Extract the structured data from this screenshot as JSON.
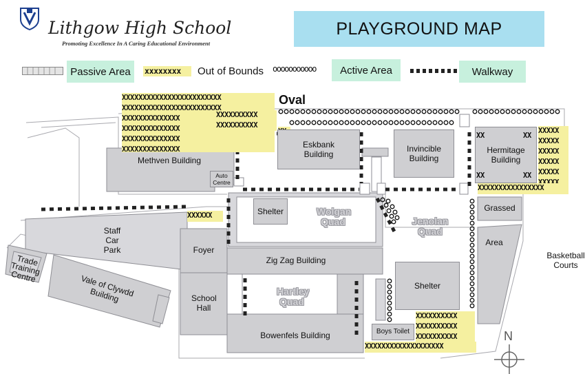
{
  "header": {
    "school_name": "Lithgow High School",
    "tagline": "Promoting Excellence In A Caring Educational Environment",
    "title": "PLAYGROUND MAP"
  },
  "legend": {
    "passive": "Passive Area",
    "oob_symbol": "xxxxxxxx",
    "out_of_bounds": "Out of Bounds",
    "active_symbol": "ooooooooooo",
    "active": "Active Area",
    "walkway": "Walkway"
  },
  "map": {
    "oval": "Oval",
    "buildings": {
      "methven": "Methven Building",
      "auto_centre": "Auto Centre",
      "eskbank": "Eskbank Building",
      "invincible": "Invincible Building",
      "hermitage": "Hermitage Building",
      "shelter_1": "Shelter",
      "shelter_2": "Shelter",
      "foyer": "Foyer",
      "school_hall": "School Hall",
      "zigzag": "Zig Zag Building",
      "bowenfels": "Bowenfels Building",
      "boys_toilet": "Boys Toilet",
      "vale": "Vale of Clywdd Building",
      "trade": "Trade Training Centre"
    },
    "areas": {
      "staff_car_park": "Staff Car Park",
      "grassed": "Grassed",
      "area": "Area",
      "basketball": "Basketball Courts",
      "wolgan": "Wolgan Quad",
      "jenolan": "Jenolan Quad",
      "hartley": "Hartley Quad"
    },
    "oob": {
      "top_left": "XXXXXXXXXXXXXXXXXXXXXXXX\nXXXXXXXXXXXXXXXXXXXXXXXX\nXXXXXXXXXXXXXX\nXXXXXXXXXXXXXX\nXXXXXXXXXXXXXX\nXXXXXXXXXXXXXX",
      "top_mid": "XXXXXXXXXX\nXXXXXXXXXX",
      "eskbank_corner": "XX",
      "car_park": "XXXXXX",
      "hermitage_tl": "XX",
      "hermitage_tr": "XX",
      "hermitage_bl": "XX",
      "hermitage_br": "XX",
      "hermitage_col": "XXXXX\nXXXXX\nXXXXX\nXXXXX\nXXXXX\nXXXXX",
      "hermitage_row": "XXXXXXXXXXXXXXXX",
      "toilet_block": "XXXXXXXXXX\nXXXXXXXXXX\nXXXXXXXXXX",
      "bottom_row": "XXXXXXXXXXXXXXXXXXX"
    },
    "compass": "N"
  }
}
